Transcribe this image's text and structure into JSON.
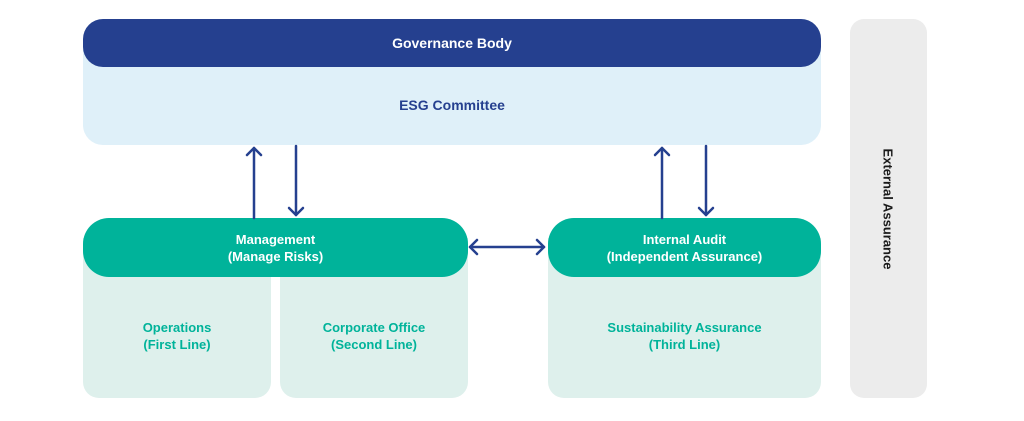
{
  "governance": {
    "body_label": "Governance Body",
    "committee_label": "ESG Committee"
  },
  "management": {
    "title": "Management\n(Manage Risks)",
    "operations": "Operations\n(First Line)",
    "corporate_office": "Corporate Office\n(Second Line)"
  },
  "internal_audit": {
    "title": "Internal Audit\n(Independent Assurance)",
    "sustainability_assurance": "Sustainability Assurance\n(Third Line)"
  },
  "external_assurance": {
    "label": "External Assurance"
  },
  "colors": {
    "navy": "#25408f",
    "light_blue": "#dff0f9",
    "teal": "#00b39a",
    "light_teal": "#def0ec",
    "grey": "#ececec"
  }
}
